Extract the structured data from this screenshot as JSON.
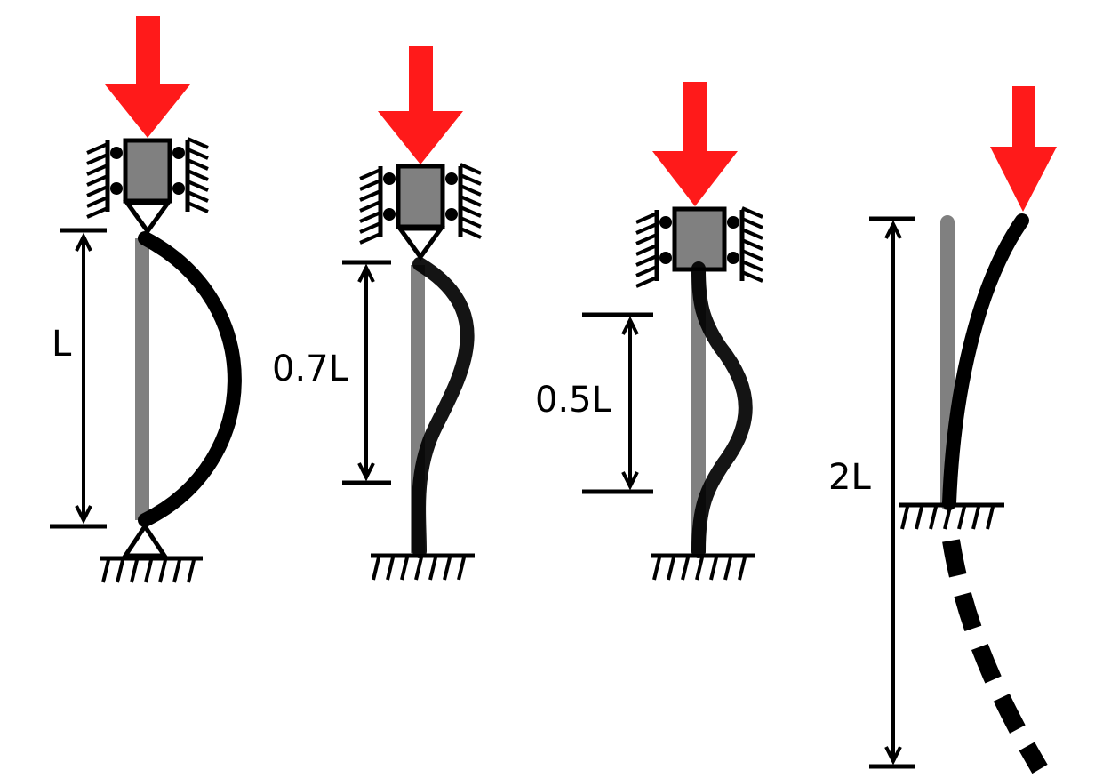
{
  "colors": {
    "load_arrow": "#ff1a1a",
    "deflected_column": "#000000",
    "original_column": "#808080",
    "support_block": "#808080",
    "background": "#ffffff"
  },
  "columns": [
    {
      "id": "pinned-pinned",
      "top_support": "pin-with-guided-rollers",
      "bottom_support": "pin",
      "length_label": "L"
    },
    {
      "id": "fixed-pinned",
      "top_support": "pin-with-guided-rollers",
      "bottom_support": "fixed",
      "length_label": "0.7L"
    },
    {
      "id": "fixed-fixed",
      "top_support": "guided-rollers",
      "bottom_support": "fixed",
      "length_label": "0.5L"
    },
    {
      "id": "fixed-free",
      "top_support": "free",
      "bottom_support": "fixed",
      "length_label": "2L"
    }
  ],
  "icons": [
    "down-arrow-icon",
    "roller-support-icon",
    "pin-support-icon",
    "fixed-support-icon",
    "dimension-arrow-icon"
  ]
}
